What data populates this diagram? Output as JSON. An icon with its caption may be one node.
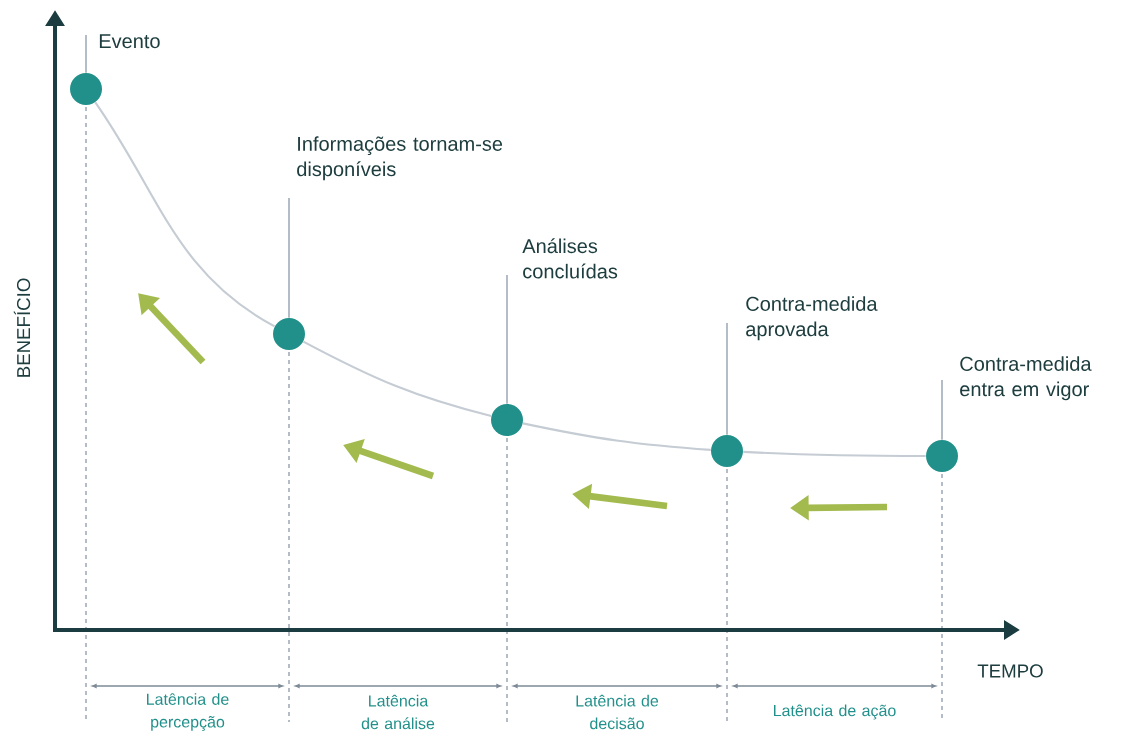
{
  "diagram": {
    "nodes": [
      {
        "text": [
          "Evento"
        ]
      },
      {
        "text": [],
        "shape": "circle"
      },
      {
        "text": [
          "Informações tornam-se disponíveis"
        ]
      },
      {
        "text": [],
        "shape": "circle"
      },
      {
        "text": [
          "Análises concluídas"
        ]
      },
      {
        "text": [],
        "shape": "circle"
      },
      {
        "text": [
          "Contra-medida aprovada"
        ]
      },
      {
        "text": [],
        "shape": "circle"
      },
      {
        "text": [
          "Contra-medida entra em vigor"
        ]
      },
      {
        "text": [],
        "shape": "circle"
      }
    ],
    "edges": [
      {
        "from": 0,
        "to": 1,
        "arrow": "none"
      },
      {
        "from": 2,
        "to": 3,
        "arrow": "none"
      },
      {
        "from": 4,
        "to": 5,
        "arrow": "none"
      },
      {
        "from": 6,
        "to": 7,
        "arrow": "none"
      },
      {
        "from": 8,
        "to": 9,
        "arrow": "none"
      },
      {
        "from": 1,
        "to": 3,
        "arrow": "none"
      },
      {
        "from": 3,
        "to": 5,
        "arrow": "none"
      },
      {
        "from": 5,
        "to": 7,
        "arrow": "none"
      },
      {
        "from": 7,
        "to": 9,
        "arrow": "none"
      }
    ],
    "labels": [
      "BENEFÍCIO",
      "TEMPO",
      "Latência de percepção",
      "Latência de análise",
      "Latência de decisão",
      "Latência de ação"
    ]
  }
}
